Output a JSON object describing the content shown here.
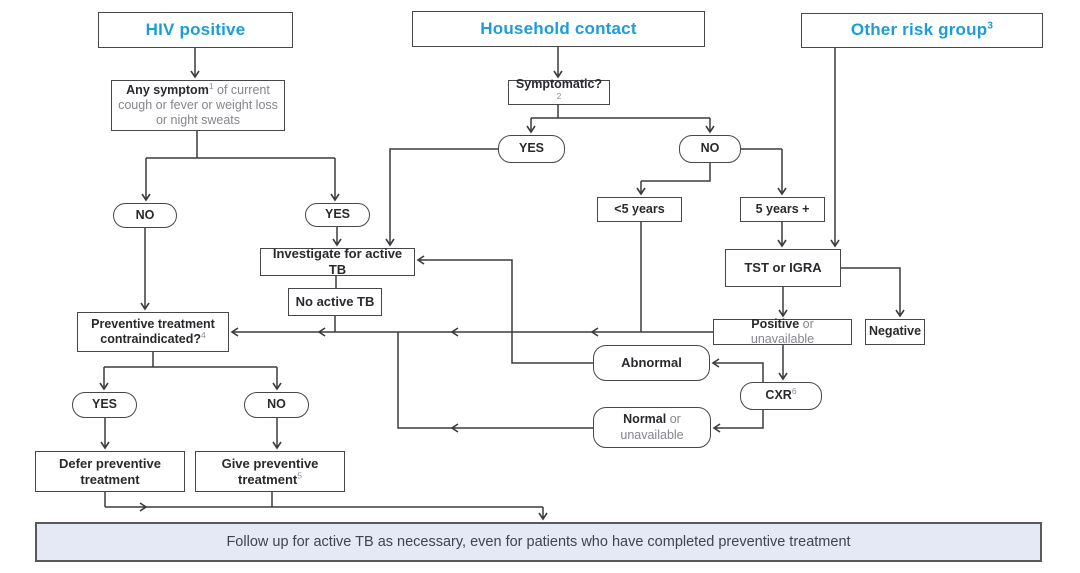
{
  "palette": {
    "accent_blue": "#1d9cd9",
    "line_color": "#3b3b3f",
    "muted_text": "#85858d",
    "banner_bg": "#e4e9f5"
  },
  "headers": {
    "hiv": {
      "label": "HIV positive"
    },
    "household": {
      "label": "Household contact"
    },
    "other": {
      "label": "Other risk group",
      "sup": "3"
    }
  },
  "nodes": {
    "any_symptom": {
      "bold": "Any symptom",
      "sup": "1",
      "rest": " of current cough or fever or weight loss or night sweats"
    },
    "symptomatic": {
      "bold": "Symptomatic?",
      "sup": "2"
    },
    "no_hiv": "NO",
    "yes_hiv": "YES",
    "yes_sym": "YES",
    "no_sym": "NO",
    "under5": "<5 years",
    "over5": "5 years +",
    "tst": "TST or IGRA",
    "investigate": "Investigate for active TB",
    "no_active": "No active TB",
    "positive": {
      "bold": "Positive",
      "rest": " or unavailable"
    },
    "negative": "Negative",
    "preventive": {
      "bold": "Preventive treatment contraindicated?",
      "sup": "4"
    },
    "abnormal": "Abnormal",
    "cxr": {
      "bold": "CXR",
      "sup": "6"
    },
    "normal": {
      "bold": "Normal",
      "rest": " or unavailable"
    },
    "yes_contra": "YES",
    "no_contra": "NO",
    "defer": "Defer preventive treatment",
    "give": {
      "bold": "Give preventive treatment",
      "sup": "5"
    },
    "banner": "Follow up for active TB as necessary, even for patients who have completed preventive treatment"
  }
}
